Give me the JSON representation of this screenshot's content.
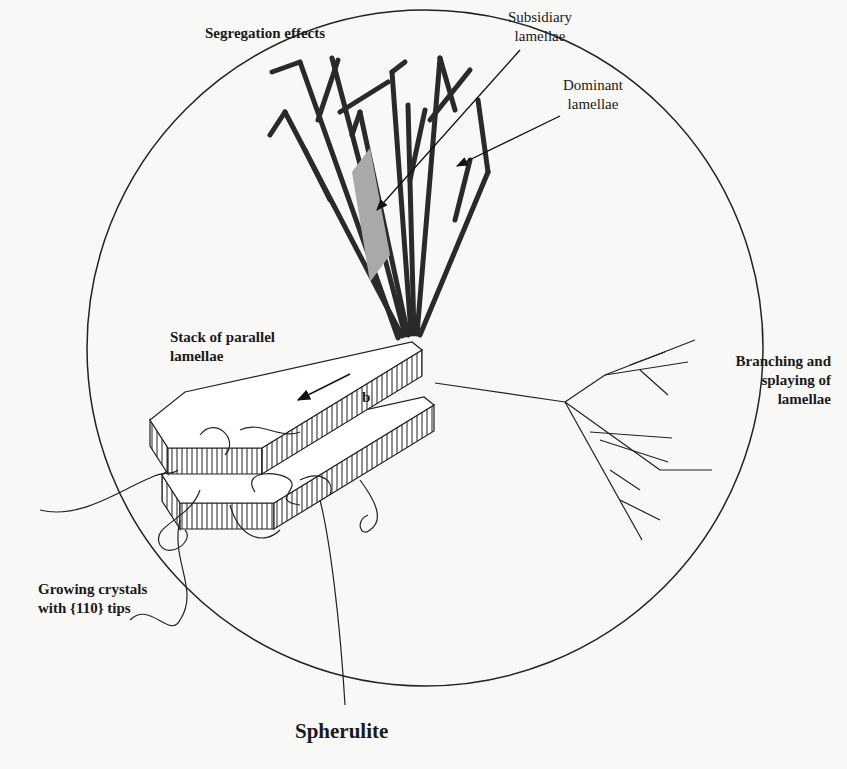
{
  "diagram": {
    "caption": "Spherulite",
    "labels": [
      "Segregation effects",
      "Subsidiary lamellae",
      "Dominant lamellae",
      "Stack of parallel lamellae",
      "b",
      "Branching and splaying of lamellae",
      "Growing crystals with {110} tips"
    ]
  }
}
